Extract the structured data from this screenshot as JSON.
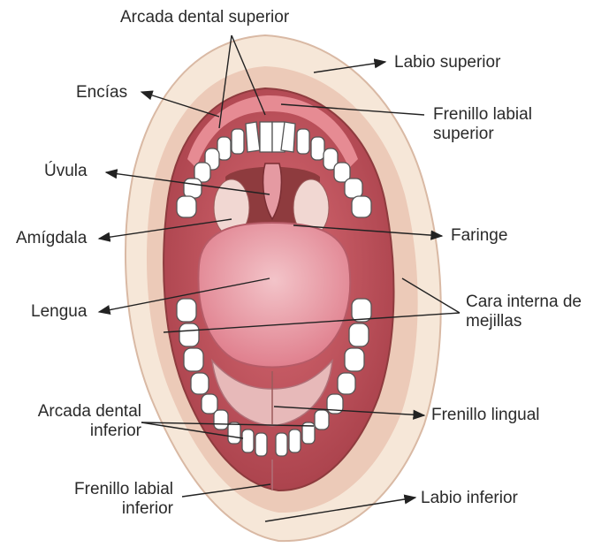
{
  "diagram": {
    "labels": {
      "arcada_superior": "Arcada dental superior",
      "labio_superior": "Labio superior",
      "encias": "Encías",
      "frenillo_labial_superior": [
        "Frenillo labial",
        "superior"
      ],
      "uvula": "Úvula",
      "amigdala": "Amígdala",
      "faringe": "Faringe",
      "lengua": "Lengua",
      "cara_interna": [
        "Cara interna de",
        "mejillas"
      ],
      "arcada_inferior": [
        "Arcada dental",
        "inferior"
      ],
      "frenillo_lingual": "Frenillo lingual",
      "frenillo_labial_inferior": [
        "Frenillo labial",
        "inferior"
      ],
      "labio_inferior": "Labio inferior"
    },
    "colors": {
      "lip": "#f6e7d8",
      "lip_shade": "#e7c6b3",
      "cavity": "#c95a63",
      "cavity_dark": "#a8404a",
      "tongue": "#eaa0aa",
      "tongue_hi": "#f3c4c9",
      "throat": "#8e3b3e",
      "tooth": "#ffffff",
      "tooth_stroke": "#555555",
      "line": "#222222"
    }
  }
}
